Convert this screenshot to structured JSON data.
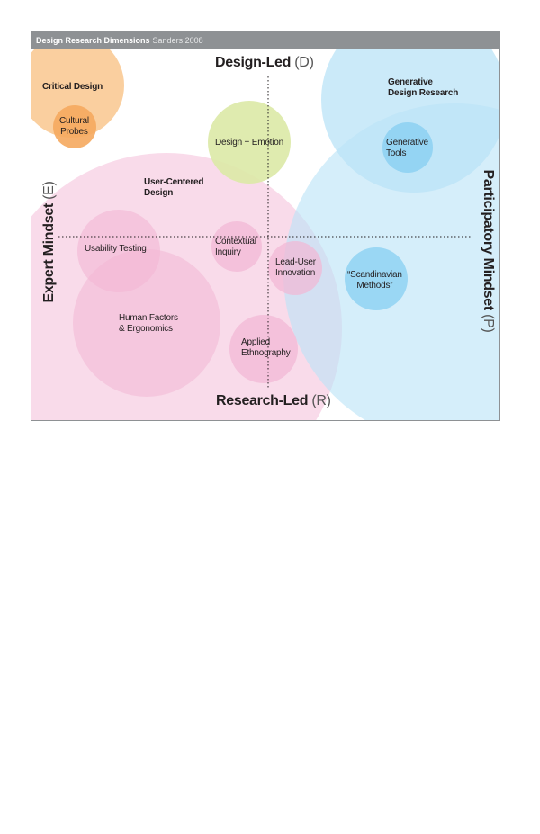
{
  "header": {
    "title": "Design Research Dimensions",
    "subtitle": "Sanders 2008"
  },
  "axes": {
    "top": {
      "label": "Design-Led",
      "code": "(D)"
    },
    "bottom": {
      "label": "Research-Led",
      "code": "(R)"
    },
    "left": {
      "label": "Expert Mindset",
      "code": "(E)"
    },
    "right": {
      "label": "Participatory Mindset",
      "code": "(P)"
    }
  },
  "regions": {
    "critical_design": [
      "Critical Design"
    ],
    "generative_design_research": [
      "Generative",
      "Design Research"
    ],
    "user_centered_design": [
      "User-Centered",
      "Design"
    ]
  },
  "bubbles": {
    "cultural_probes": [
      "Cultural",
      "Probes"
    ],
    "design_emotion": [
      "Design + Emotion"
    ],
    "generative_tools": [
      "Generative",
      "Tools"
    ],
    "usability_testing": [
      "Usability Testing"
    ],
    "contextual_inquiry": [
      "Contextual",
      "Inquiry"
    ],
    "lead_user_innovation": [
      "Lead-User",
      "Innovation"
    ],
    "scandinavian_methods": [
      "“Scandinavian",
      "Methods”"
    ],
    "human_factors": [
      "Human Factors",
      "& Ergonomics"
    ],
    "applied_ethnography": [
      "Applied",
      "Ethnography"
    ]
  },
  "colors": {
    "header_bar": "#8e9194",
    "critical_design": "#f9c78e",
    "cultural_probes": "#f5a85e",
    "generative": "#b9e3f7",
    "generative_tools": "#8fd2f2",
    "user_centered": "#f7cfe3",
    "user_centered_bubble": "#f2b6d4",
    "design_emotion": "#dbe9a6"
  }
}
